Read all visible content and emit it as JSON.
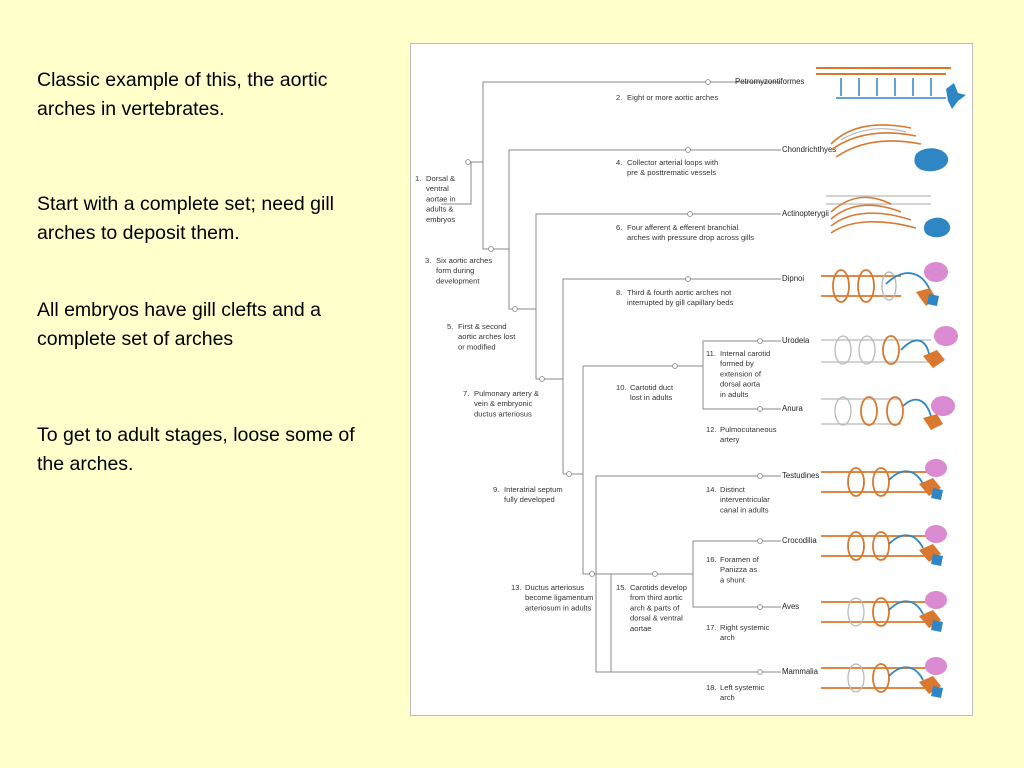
{
  "slide": {
    "paragraphs": [
      "Classic example of this, the aortic arches in vertebrates.",
      "Start with a complete set; need gill arches to deposit them.",
      "All embryos have gill clefts and a complete set of arches",
      "To get to adult stages, loose some of the arches."
    ]
  },
  "diagram": {
    "taxa": [
      "Petromyzontiformes",
      "Chondrichthyes",
      "Actinopterygii",
      "Dipnoi",
      "Urodela",
      "Anura",
      "Testudines",
      "Crocodilia",
      "Aves",
      "Mammalia"
    ],
    "characters": [
      [
        "1.",
        "Dorsal &",
        "ventral",
        "aortae in",
        "adults &",
        "embryos"
      ],
      [
        "2.",
        "Eight or more aortic arches"
      ],
      [
        "3.",
        "Six aortic arches",
        "form during",
        "development"
      ],
      [
        "4.",
        "Collector arterial loops with",
        "pre & posttrematic vessels"
      ],
      [
        "5.",
        "First & second",
        "aortic arches lost",
        "or modified"
      ],
      [
        "6.",
        "Four afferent & efferent branchial",
        "arches with pressure drop across gills"
      ],
      [
        "7.",
        "Pulmonary artery &",
        "vein & embryonic",
        "ductus arteriosus"
      ],
      [
        "8.",
        "Third & fourth aortic arches not",
        "interrupted by gill capillary beds"
      ],
      [
        "9.",
        "Interatrial septum",
        "fully developed"
      ],
      [
        "10.",
        "Cartotid duct",
        "lost in adults"
      ],
      [
        "11.",
        "Internal carotid",
        "formed by",
        "extension of",
        "dorsal aorta",
        "in adults"
      ],
      [
        "12.",
        "Pulmocutaneous",
        "artery"
      ],
      [
        "13.",
        "Ductus arteriosus",
        "become ligamentum",
        "arteriosum in adults"
      ],
      [
        "14.",
        "Distinct",
        "interventricular",
        "canal in adults"
      ],
      [
        "15.",
        "Carotids develop",
        "from third aortic",
        "arch & parts of",
        "dorsal & ventral",
        "aortae"
      ],
      [
        "16.",
        "Foramen of",
        "Panizza as",
        "a shunt"
      ],
      [
        "17.",
        "Right systemic",
        "arch"
      ],
      [
        "18.",
        "Left systemic",
        "arch"
      ]
    ]
  },
  "colors": {
    "background": "#ffffcc",
    "arteries": "#d9782e",
    "veins": "#2f86c4",
    "heart": "#d98ad1"
  }
}
